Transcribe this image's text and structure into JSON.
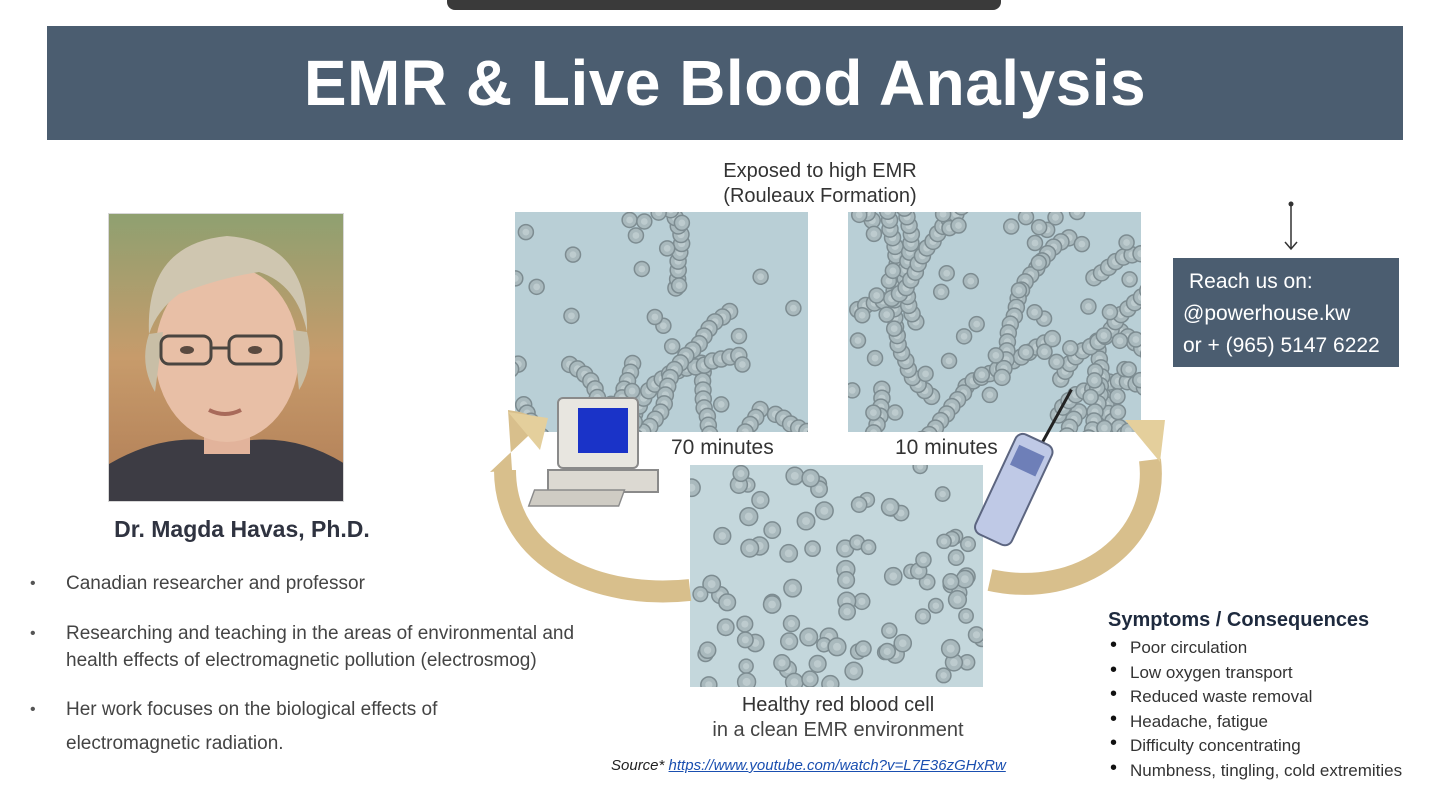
{
  "title": "EMR & Live Blood Analysis",
  "person": {
    "name": "Dr. Magda Havas, Ph.D.",
    "bullets": [
      "Canadian researcher and professor",
      "Researching and teaching in the areas of environmental and health effects of electromagnetic pollution (electrosmog)",
      "Her work focuses on the biological effects of electromagnetic radiation."
    ]
  },
  "figure": {
    "exposed_caption_line1": "Exposed to high EMR",
    "exposed_caption_line2": "(Rouleaux Formation)",
    "time_left": "70 minutes",
    "time_right": "10 minutes",
    "healthy_caption_line1": "Healthy red blood cell",
    "healthy_caption_line2": "in a clean EMR environment",
    "source_label": "Source*",
    "source_url": "https://www.youtube.com/watch?v=L7E36zGHxRw"
  },
  "contact": {
    "line1": "Reach us on:",
    "line2": "@powerhouse.kw",
    "line3": "or + (965) 5147 6222"
  },
  "symptoms": {
    "heading": "Symptoms / Consequences",
    "items": [
      "Poor circulation",
      "Low oxygen transport",
      "Reduced waste removal",
      "Headache, fatigue",
      "Difficulty concentrating",
      "Numbness, tingling, cold extremities"
    ]
  },
  "colors": {
    "title_bar": "#4b5d70",
    "contact_box": "#4b5d70",
    "arrow": "#d8bf8c",
    "link": "#1a4fb0"
  }
}
